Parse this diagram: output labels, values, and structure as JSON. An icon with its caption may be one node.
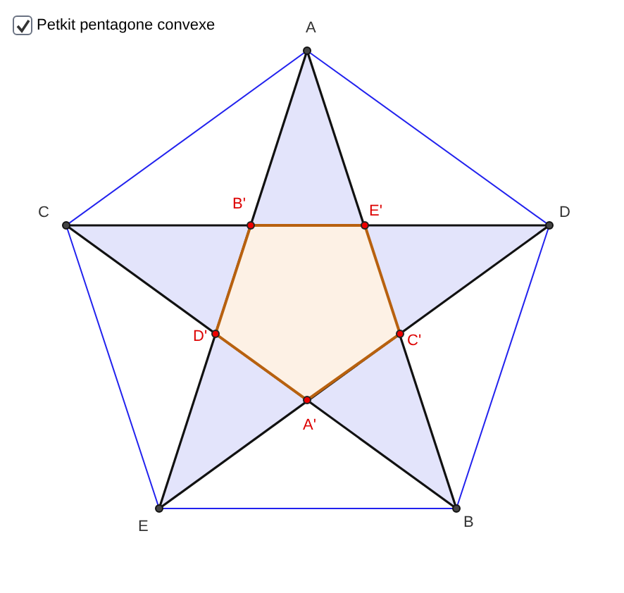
{
  "diagram": {
    "labels": [
      "Petkit pentagone convexe",
      "A",
      "C",
      "B'",
      "E'",
      "D",
      "D'",
      "C'",
      "A'",
      "E",
      "B"
    ]
  }
}
